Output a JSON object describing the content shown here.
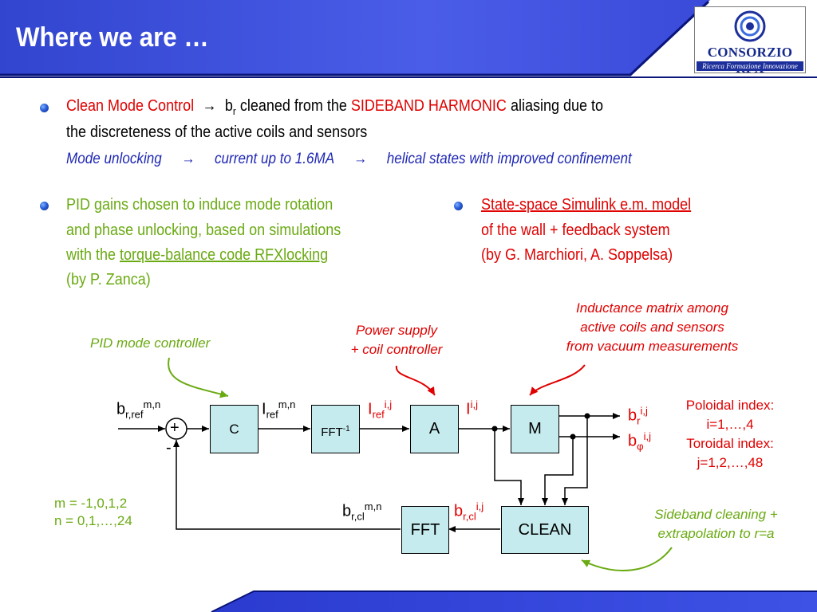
{
  "slide": {
    "title": "Where we are …",
    "logo": {
      "name": "CONSORZIO RFX",
      "tagline": "Ricerca Formazione Innovazione"
    }
  },
  "colors": {
    "header_blue": "#2e3fd8",
    "accent_red": "#e00000",
    "green": "#6aaa12",
    "italic_blue": "#1f28b4",
    "block_fill": "#c5ebee"
  },
  "bullets": {
    "b1": {
      "part1": "Clean Mode Control",
      "arrow": "→",
      "part2_b": "b",
      "part2_sub": "r",
      "part2_rest": " cleaned from the ",
      "part3": "SIDEBAND HARMONIC",
      "part4": " aliasing due to",
      "line2": "the discreteness of the active coils and sensors",
      "line3_a": "Mode unlocking",
      "line3_b": "current up to 1.6MA",
      "line3_c": "helical states with improved confinement"
    },
    "b2": {
      "line1": "PID gains chosen to induce mode rotation",
      "line2": "and phase unlocking, based on simulations",
      "line3_pre": "with the ",
      "line3_link": "torque-balance code RFXlocking",
      "line4": "(by P. Zanca)"
    },
    "b3": {
      "line1": "State-space Simulink e.m. model",
      "line2": "of the wall + feedback system",
      "line3": "(by G. Marchiori, A. Soppelsa)"
    }
  },
  "diagram": {
    "labels": {
      "pid": "PID mode controller",
      "power_1": "Power supply",
      "power_2": "+ coil controller",
      "ind_1": "Inductance matrix among",
      "ind_2": "active coils and sensors",
      "ind_3": "from vacuum measurements",
      "side_1": "Sideband cleaning +",
      "side_2": "extrapolation to r=a"
    },
    "blocks": {
      "c": "C",
      "fft_inv": "FFT",
      "fft_inv_exp": "-1",
      "a": "A",
      "m": "M",
      "fft": "FFT",
      "clean": "CLEAN"
    },
    "sum": {
      "plus": "+",
      "minus": "-"
    },
    "signals": {
      "brref": {
        "base": "b",
        "sub": "r,ref",
        "sup": "m,n"
      },
      "iref_mn": {
        "base": "I",
        "sub": "ref",
        "sup": "m,n"
      },
      "iref_ij": {
        "base": "I",
        "sub": "ref",
        "sup": "i,j"
      },
      "i_ij": {
        "base": "I",
        "sup": "i,j"
      },
      "br_ij": {
        "base": "b",
        "sub": "r",
        "sup": "i,j"
      },
      "bphi_ij": {
        "base": "b",
        "sub": "φ",
        "sup": "i,j"
      },
      "brcl_ij": {
        "base": "b",
        "sub": "r,cl",
        "sup": "i,j"
      },
      "brcl_mn": {
        "base": "b",
        "sub": "r,cl",
        "sup": "m,n"
      }
    },
    "indices": {
      "pol_1": "Poloidal index:",
      "pol_2": "i=1,…,4",
      "tor_1": "Toroidal index:",
      "tor_2": "j=1,2,…,48"
    },
    "modes": {
      "m": "m = -1,0,1,2",
      "n": "n = 0,1,…,24"
    }
  }
}
